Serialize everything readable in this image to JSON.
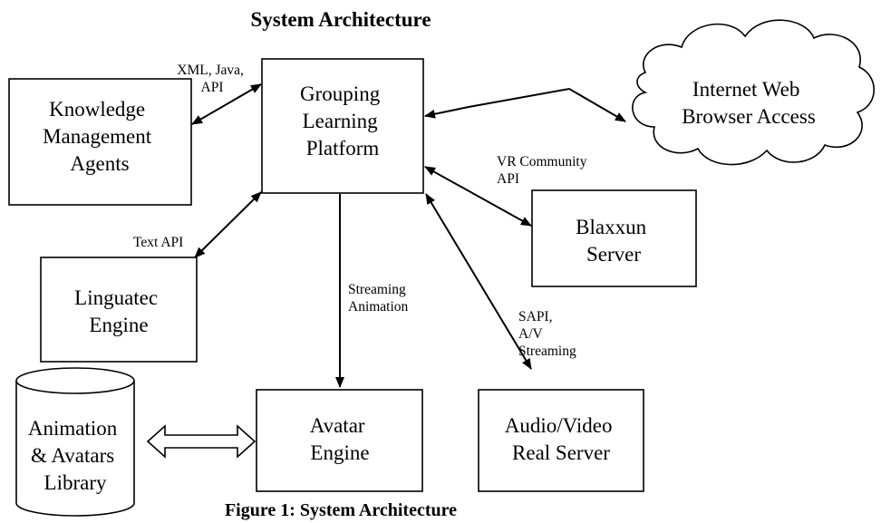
{
  "title": "System Architecture",
  "caption": "Figure 1:  System Architecture",
  "nodes": {
    "grouping": [
      "Grouping",
      "Learning",
      "Platform"
    ],
    "internet": [
      "Internet Web",
      "Browser Access"
    ],
    "knowledge": [
      "Knowledge",
      "Management",
      "Agents"
    ],
    "blaxxun": [
      "Blaxxun",
      "Server"
    ],
    "linguatec": [
      "Linguatec",
      "Engine"
    ],
    "library": [
      "Animation",
      "& Avatars",
      "Library"
    ],
    "avatar": [
      "Avatar",
      "Engine"
    ],
    "audio": [
      "Audio/Video",
      "Real Server"
    ]
  },
  "labels": {
    "xml": [
      "XML, Java,",
      "API"
    ],
    "text_api": "Text API",
    "vr": [
      "VR Community",
      "API"
    ],
    "streaming": [
      "Streaming",
      "Animation"
    ],
    "sapi": [
      "SAPI,",
      "A/V",
      "Streaming"
    ]
  }
}
